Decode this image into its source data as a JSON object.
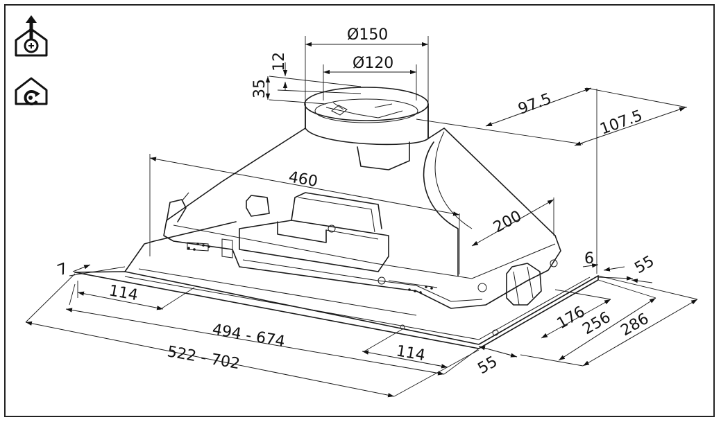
{
  "icons": {
    "ducted": "ducted-extraction-icon",
    "recirculation": "recirculation-icon"
  },
  "dimensions": {
    "outlet_outer": "Ø150",
    "outlet_inner": "Ø120",
    "collar_gap": "12",
    "collar_height": "35",
    "outlet_offset_front": "97.5",
    "outlet_offset_side": "107.5",
    "body_width": "460",
    "body_depth": "200",
    "flange_thickness_left": "7",
    "flange_thickness_right": "6",
    "bracket_left": "114",
    "bracket_right": "114",
    "width_range_inner": "494  -  674",
    "width_range_outer": "522  -  702",
    "side_55_rear": "55",
    "side_55_front": "55",
    "depth_176": "176",
    "depth_256": "256",
    "depth_286": "286"
  }
}
